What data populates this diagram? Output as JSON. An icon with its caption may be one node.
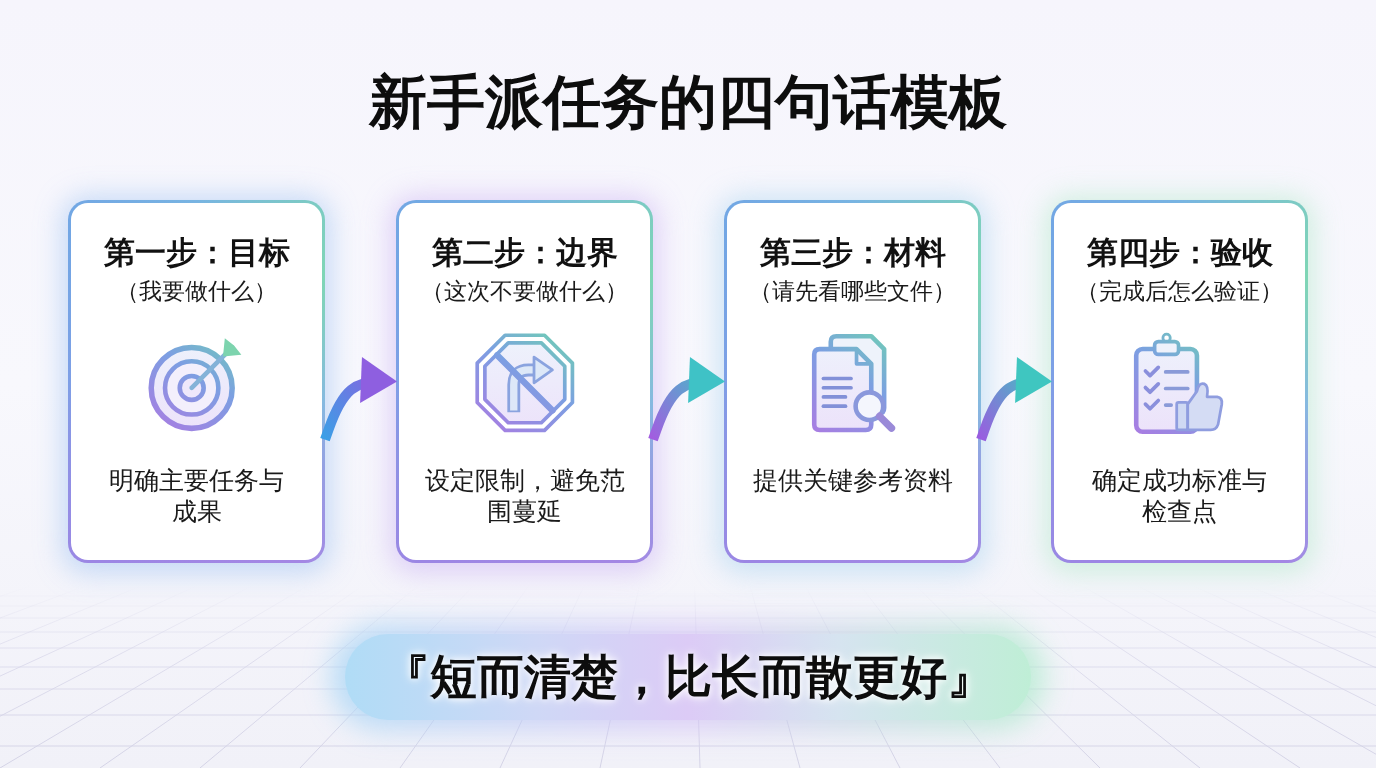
{
  "diagram": {
    "title": "新手派任务的四句话模板",
    "nodes": [
      {
        "text": [
          "第一步：目标",
          "（我要做什么）",
          "明确主要任务与成果"
        ]
      },
      {
        "text": [
          "第二步：边界",
          "（这次不要做什么）",
          "设定限制，避免范围蔓延"
        ]
      },
      {
        "text": [
          "第三步：材料",
          "（请先看哪些文件）",
          "提供关键参考资料"
        ]
      },
      {
        "text": [
          "第四步：验收",
          "（完成后怎么验证）",
          "确定成功标准与检查点"
        ]
      },
      {
        "text": [
          "『短而清楚，比长而散更好』"
        ]
      }
    ],
    "edges": [
      {
        "from": 0,
        "to": 1,
        "arrow": "to"
      },
      {
        "from": 1,
        "to": 2,
        "arrow": "to"
      },
      {
        "from": 2,
        "to": 3,
        "arrow": "to"
      }
    ]
  }
}
